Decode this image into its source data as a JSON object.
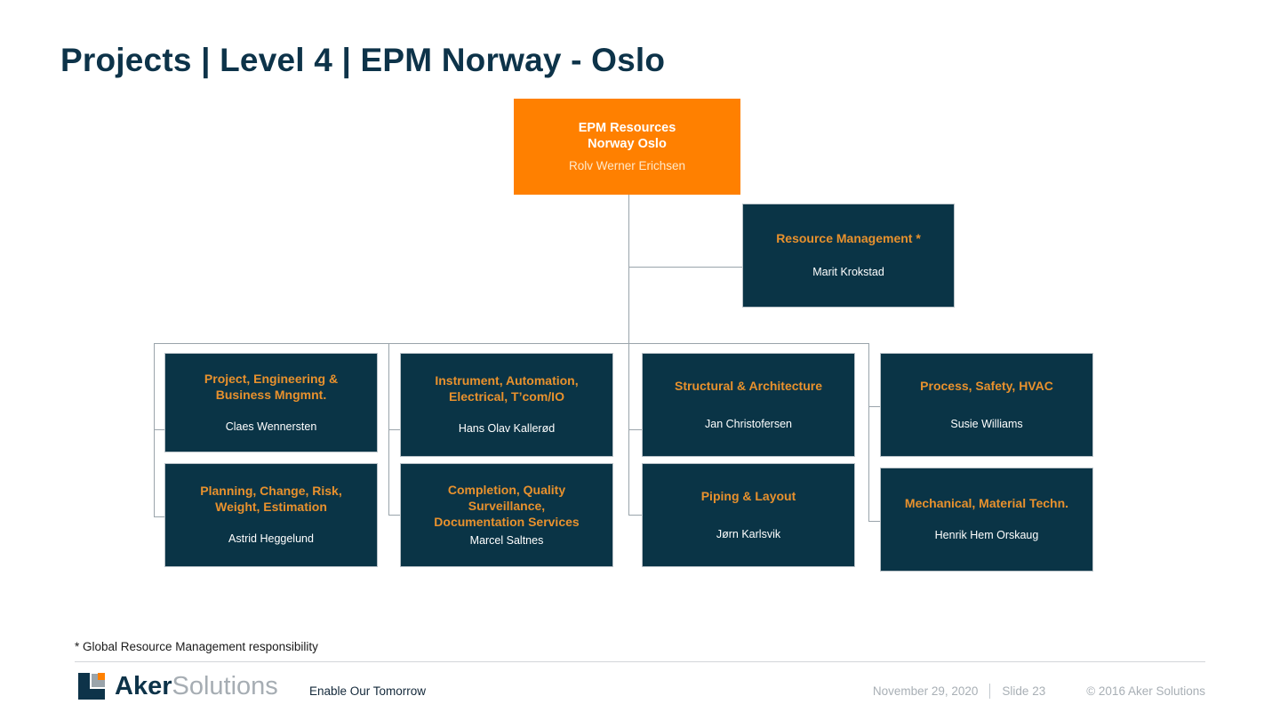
{
  "slide": {
    "title": "Projects | Level 4 | EPM Norway - Oslo",
    "footnote": "* Global  Resource Management responsibility"
  },
  "colors": {
    "root_bg": "#ff8000",
    "node_bg": "#0a3446",
    "accent_orange": "#e8912d",
    "title_navy": "#0d3349",
    "connector": "#9aa4ab"
  },
  "org_chart": {
    "root": {
      "title": "EPM Resources\nNorway Oslo",
      "person": "Rolv Werner Erichsen"
    },
    "staff": {
      "title": "Resource Management *",
      "person": "Marit Krokstad"
    },
    "columns": [
      {
        "nodes": [
          {
            "title": "Project, Engineering &\nBusiness Mngmnt.",
            "person": "Claes Wennersten"
          },
          {
            "title": "Planning, Change, Risk,\nWeight, Estimation",
            "person": "Astrid Heggelund"
          }
        ]
      },
      {
        "nodes": [
          {
            "title": "Instrument, Automation,\nElectrical,  T’com/IO",
            "person": "Hans Olav Kallerød"
          },
          {
            "title": "Completion, Quality\nSurveillance,\nDocumentation Services",
            "person": "Marcel  Saltnes"
          }
        ]
      },
      {
        "nodes": [
          {
            "title": "Structural & Architecture",
            "person": "Jan Christofersen"
          },
          {
            "title": "Piping & Layout",
            "person": "Jørn Karlsvik"
          }
        ]
      },
      {
        "nodes": [
          {
            "title": "Process, Safety, HVAC",
            "person": "Susie  Williams"
          },
          {
            "title": "Mechanical, Material Techn.",
            "person": "Henrik Hem Orskaug"
          }
        ]
      }
    ]
  },
  "footer": {
    "logo_primary": "Aker",
    "logo_secondary": "Solutions",
    "tagline": "Enable Our Tomorrow",
    "date": "November 29, 2020",
    "slide_number": "Slide 23",
    "copyright": "© 2016 Aker Solutions"
  }
}
